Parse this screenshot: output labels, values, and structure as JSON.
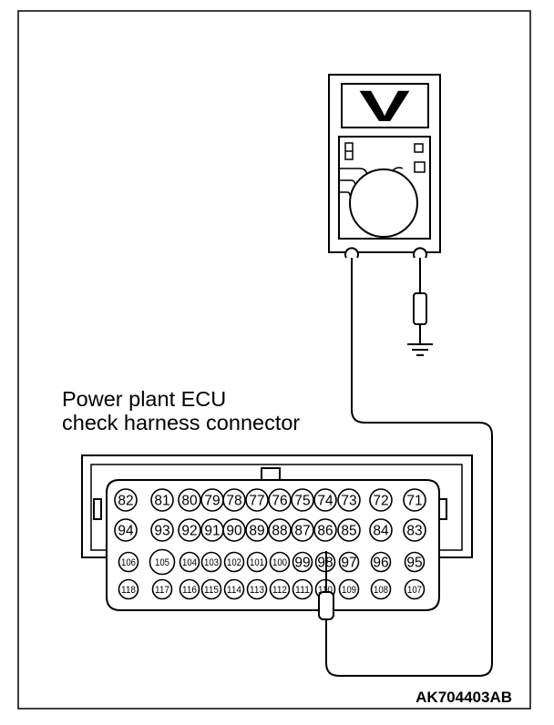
{
  "diagram": {
    "title_line1": "Power plant ECU",
    "title_line2": "check harness connector",
    "figure_code": "AK704403AB"
  },
  "multimeter": {
    "display_symbol": "V"
  },
  "connector": {
    "rows": [
      [
        "82",
        "81",
        "80",
        "79",
        "78",
        "77",
        "76",
        "75",
        "74",
        "73",
        "72",
        "71"
      ],
      [
        "94",
        "93",
        "92",
        "91",
        "90",
        "89",
        "88",
        "87",
        "86",
        "85",
        "84",
        "83"
      ],
      [
        "106",
        "105",
        "104",
        "103",
        "102",
        "101",
        "100",
        "99",
        "98",
        "97",
        "96",
        "95"
      ],
      [
        "118",
        "117",
        "116",
        "115",
        "114",
        "113",
        "112",
        "111",
        "110",
        "109",
        "108",
        "107"
      ]
    ]
  }
}
